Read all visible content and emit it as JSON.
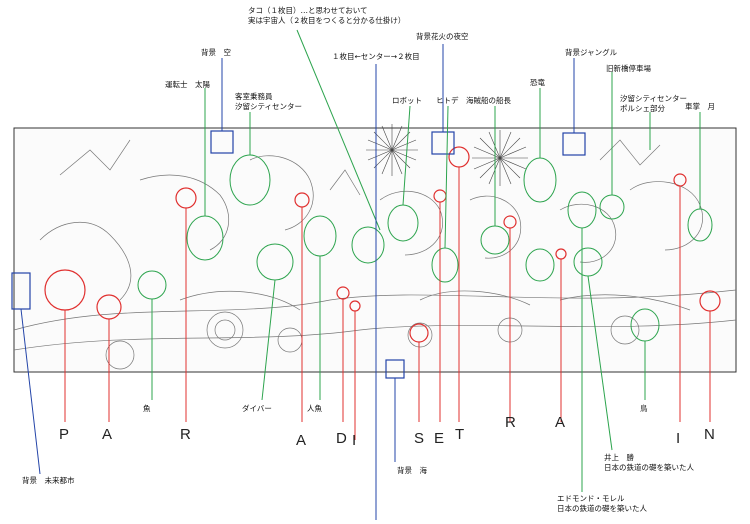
{
  "labels": {
    "octopus": "タコ（１枚目）…と思わせておいて\n実は宇宙人（２枚目をつくると分かる仕掛け）",
    "sky": "背景　空",
    "fireworks_sky": "背景花火の夜空",
    "center": "１枚目←センター→２枚目",
    "jungle": "背景ジャングル",
    "old_shinbashi": "旧新橋停車場",
    "driver_sun": "運転士　太陽",
    "attendant": "客室乗務員\n汐留シティセンター",
    "robot": "ロボット",
    "starfish": "ヒトデ",
    "pirate_captain": "海賊船の船長",
    "dinosaur": "恐竜",
    "shiodome_porsche": "汐留シティセンター\nポルシェ部分",
    "conductor_moon": "車掌　月",
    "fish": "魚",
    "diver": "ダイバー",
    "mermaid": "人魚",
    "bird": "鳥",
    "bg_future_city": "背景　未来都市",
    "bg_sea": "背景　海",
    "inoue": "井上　勝\n日本の鉄道の礎を築いた人",
    "morel": "エドモンド・モレル\n日本の鉄道の礎を築いた人"
  },
  "letters": [
    "P",
    "A",
    "R",
    "A",
    "D",
    "I",
    "S",
    "E",
    "T",
    "R",
    "A",
    "I",
    "N"
  ]
}
